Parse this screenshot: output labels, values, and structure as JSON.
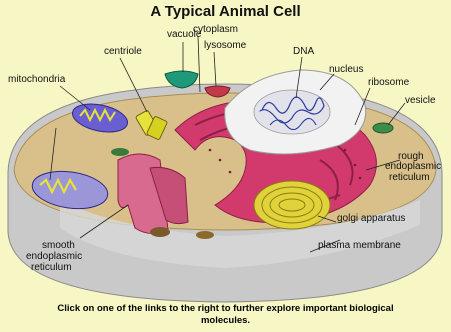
{
  "title": "A Typical Animal Cell",
  "labels": {
    "vacuole": "vacuole",
    "cytoplasm": "cytoplasm",
    "lysosome": "lysosome",
    "centriole": "centriole",
    "dna": "DNA",
    "nucleus": "nucleus",
    "mitochondria": "mitochondria",
    "ribosome": "ribosome",
    "vesicle": "vesicle",
    "rough_er_1": "rough",
    "rough_er_2": "endoplasmic",
    "rough_er_3": "reticulum",
    "golgi": "golgi apparatus",
    "plasma_membrane": "plasma membrane",
    "smooth_er_1": "smooth",
    "smooth_er_2": "endoplasmic",
    "smooth_er_3": "reticulum"
  },
  "caption": {
    "line1": "Click on one of the links to the right to further explore important biological",
    "line2": "molecules."
  },
  "colors": {
    "background": "#f7f7c6",
    "cytoplasm": "#d9c08a",
    "membrane_cut": "#c9c9c9",
    "rough_er": "#d23a6e",
    "nucleus": "#f2f2f2",
    "golgi": "#e0d23a",
    "mitochondria": "#6a5fd1",
    "vacuole": "#1f9a78",
    "lysosome": "#c23a4a",
    "centriole": "#e7e23a"
  }
}
